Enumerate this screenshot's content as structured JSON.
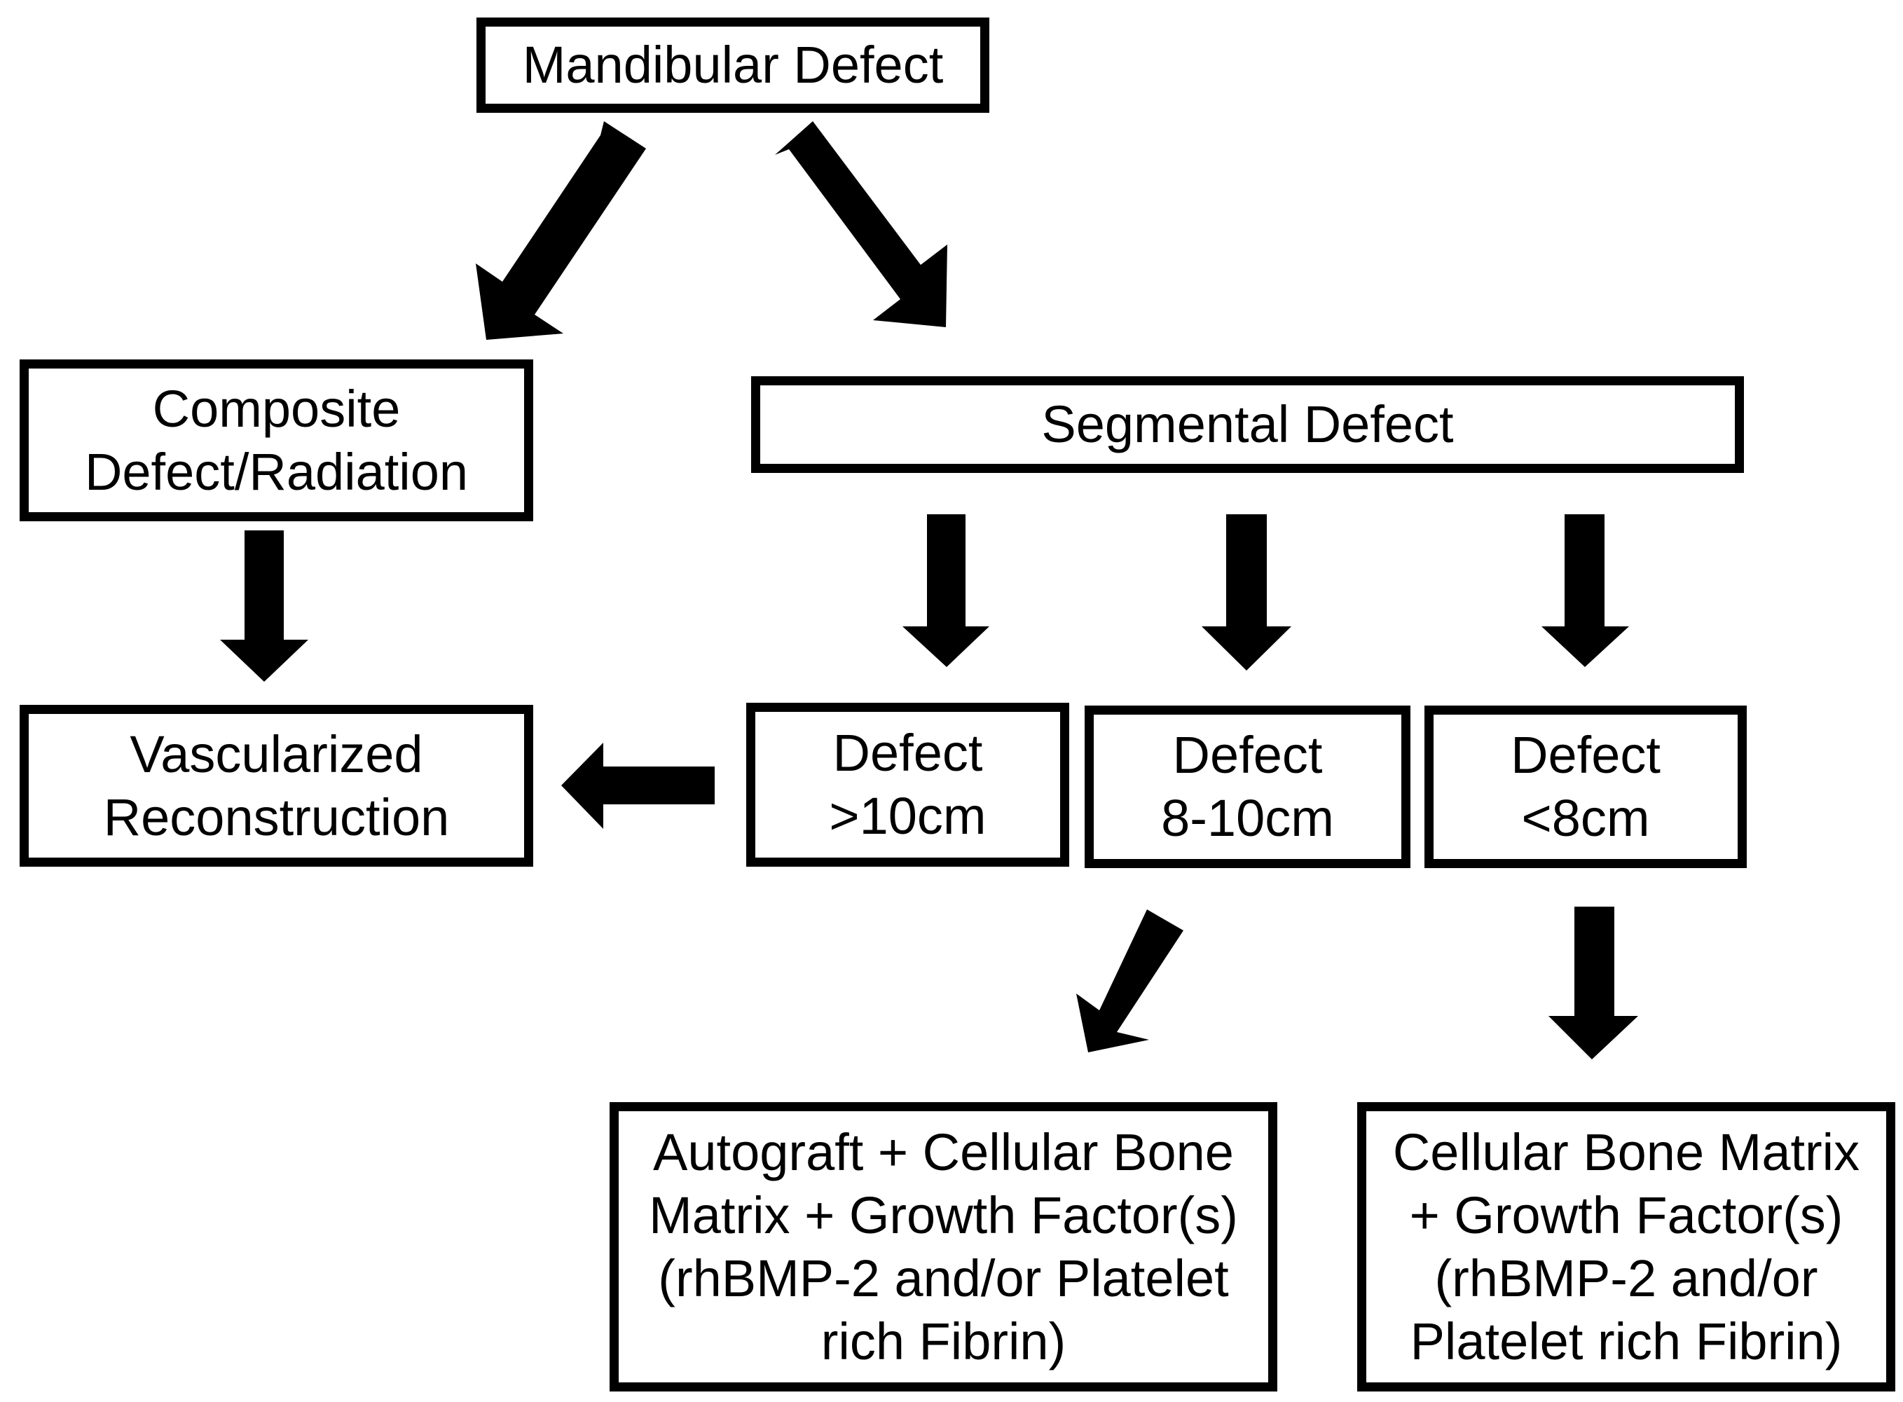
{
  "nodes": {
    "mandibular": "Mandibular Defect",
    "composite": "Composite\nDefect/Radiation",
    "segmental": "Segmental Defect",
    "vascularized": "Vascularized\nReconstruction",
    "defect_gt10": "Defect\n>10cm",
    "defect_8_10": "Defect\n8-10cm",
    "defect_lt8": "Defect\n<8cm",
    "autograft": "Autograft + Cellular Bone\nMatrix + Growth Factor(s)\n(rhBMP-2 and/or Platelet\nrich Fibrin)",
    "cellular": "Cellular Bone Matrix\n+ Growth Factor(s)\n(rhBMP-2 and/or\nPlatelet rich Fibrin)"
  },
  "edges": [
    {
      "from": "Mandibular Defect",
      "to": "Composite Defect/Radiation"
    },
    {
      "from": "Mandibular Defect",
      "to": "Segmental Defect"
    },
    {
      "from": "Composite Defect/Radiation",
      "to": "Vascularized Reconstruction"
    },
    {
      "from": "Segmental Defect",
      "to": "Defect >10cm"
    },
    {
      "from": "Segmental Defect",
      "to": "Defect 8-10cm"
    },
    {
      "from": "Segmental Defect",
      "to": "Defect <8cm"
    },
    {
      "from": "Defect >10cm",
      "to": "Vascularized Reconstruction"
    },
    {
      "from": "Defect 8-10cm",
      "to": "Autograft + Cellular Bone Matrix + Growth Factor(s)"
    },
    {
      "from": "Defect <8cm",
      "to": "Cellular Bone Matrix + Growth Factor(s)"
    }
  ],
  "colors": {
    "stroke": "#000000",
    "fill": "#ffffff",
    "arrow": "#000000"
  }
}
